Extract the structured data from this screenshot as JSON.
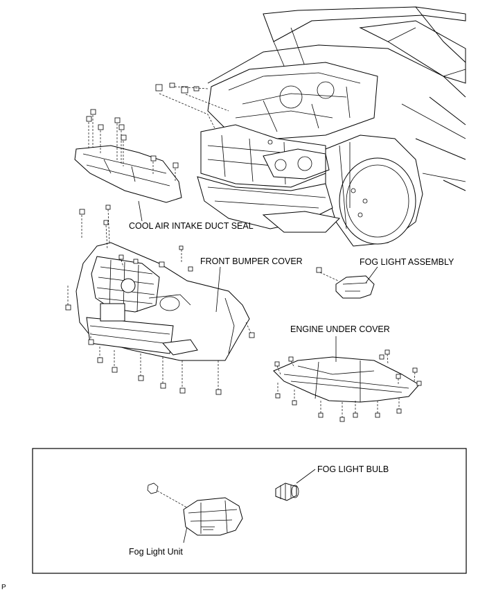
{
  "labels": {
    "duct_seal": "COOL AIR INTAKE DUCT SEAL",
    "bumper_cover": "FRONT BUMPER COVER",
    "fog_light_assembly": "FOG LIGHT ASSEMBLY",
    "engine_under_cover": "ENGINE UNDER COVER",
    "fog_light_bulb": "FOG LIGHT BULB",
    "fog_light_unit": "Fog Light Unit"
  },
  "footer": {
    "page_marker": "P"
  }
}
